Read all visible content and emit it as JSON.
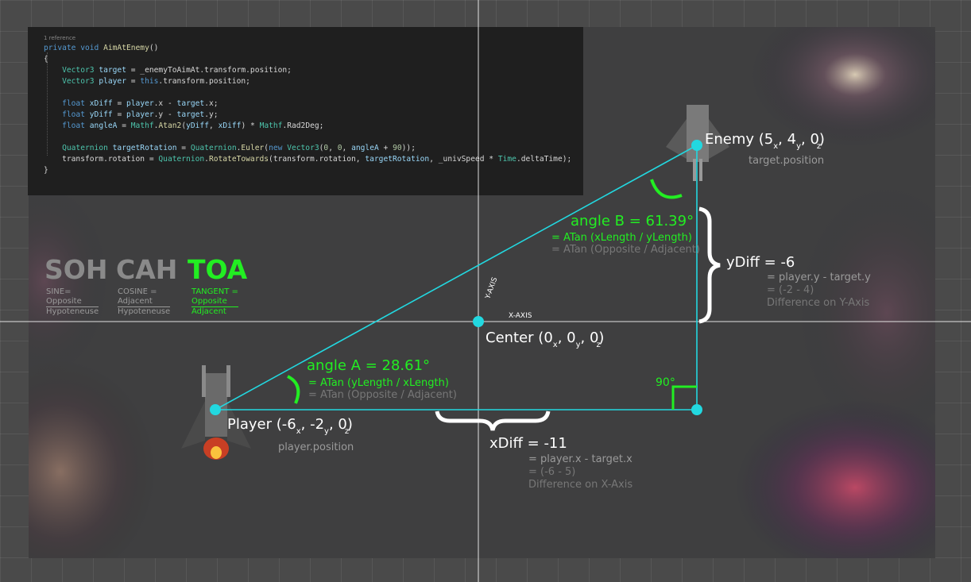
{
  "code": {
    "reference": "1 reference",
    "lines": [
      "private void AimAtEnemy()",
      "{",
      "    Vector3 target = _enemyToAimAt.transform.position;",
      "    Vector3 player = this.transform.position;",
      "",
      "    float xDiff = player.x - target.x;",
      "    float yDiff = player.y - target.y;",
      "    float angleA = Mathf.Atan2(yDiff, xDiff) * Mathf.Rad2Deg;",
      "",
      "    Quaternion targetRotation = Quaternion.Euler(new Vector3(0, 0, angleA + 90));",
      "    transform.rotation = Quaternion.RotateTowards(transform.rotation, targetRotation, _univSpeed * Time.deltaTime);",
      "}"
    ]
  },
  "trig": {
    "soh": "SOH",
    "cah": "CAH",
    "toa": "TOA",
    "sine_label": "SINE=",
    "sine_num": "Opposite",
    "sine_den": "Hypoteneuse",
    "cosine_label": "COSINE =",
    "cosine_num": "Adjacent",
    "cosine_den": "Hypoteneuse",
    "tangent_label": "TANGENT =",
    "tangent_num": "Opposite",
    "tangent_den": "Adjacent"
  },
  "axes": {
    "y_axis_label": "Y-AXIS",
    "x_axis_label": "X-AXIS"
  },
  "center": {
    "name": "Center (0",
    "comma1": ", 0",
    "comma2": ", 0)",
    "sub_x": "x",
    "sub_y": "y",
    "sub_z": "z"
  },
  "enemy": {
    "name": "Enemy (5",
    "v2": ", 4",
    "v3": ", 0)",
    "sub_x": "x",
    "sub_y": "y",
    "sub_z": "z",
    "source": "target.position"
  },
  "player": {
    "name": "Player (-6",
    "v2": ", -2",
    "v3": ", 0)",
    "sub_x": "x",
    "sub_y": "y",
    "sub_z": "z",
    "source": "player.position"
  },
  "angle_a": {
    "title": "angle A = 28.61°",
    "formula": "= ATan (yLength / xLength)",
    "generic": "= ATan (Opposite / Adjacent)"
  },
  "angle_b": {
    "title": "angle B = 61.39°",
    "formula": "= ATan (xLength / yLength)",
    "generic": "= ATan (Opposite / Adjacent)"
  },
  "right_angle": "90°",
  "ydiff": {
    "title": "yDiff = -6",
    "formula": "= player.y - target.y",
    "values": "= (-2 - 4)",
    "desc": "Difference on Y-Axis"
  },
  "xdiff": {
    "title": "xDiff = -11",
    "formula": "= player.x - target.x",
    "values": "= (-6 - 5)",
    "desc": "Difference on X-Axis"
  },
  "colors": {
    "triangle": "#22d8e0",
    "angle": "#22ee22",
    "axis": "#ffffff"
  }
}
